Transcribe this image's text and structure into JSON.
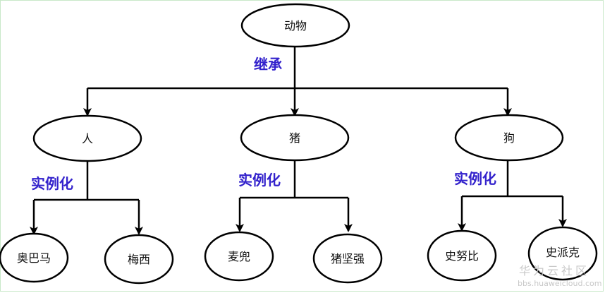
{
  "nodes": {
    "root": "动物",
    "person": "人",
    "pig": "猪",
    "dog": "狗",
    "obama": "奥巴马",
    "meixi": "梅西",
    "maidou": "麦兜",
    "zhujianqiang": "猪坚强",
    "shinubi": "史努比",
    "shipaike": "史派克"
  },
  "edge_labels": {
    "inherit": "继承",
    "instantiate_person": "实例化",
    "instantiate_pig": "实例化",
    "instantiate_dog": "实例化"
  },
  "watermark": {
    "brand": "华为云社区",
    "url": "bbs.huaweicloud.com"
  },
  "colors": {
    "edge_label": "#3322cc",
    "line": "#000000",
    "watermark": "#c8c8c8"
  }
}
